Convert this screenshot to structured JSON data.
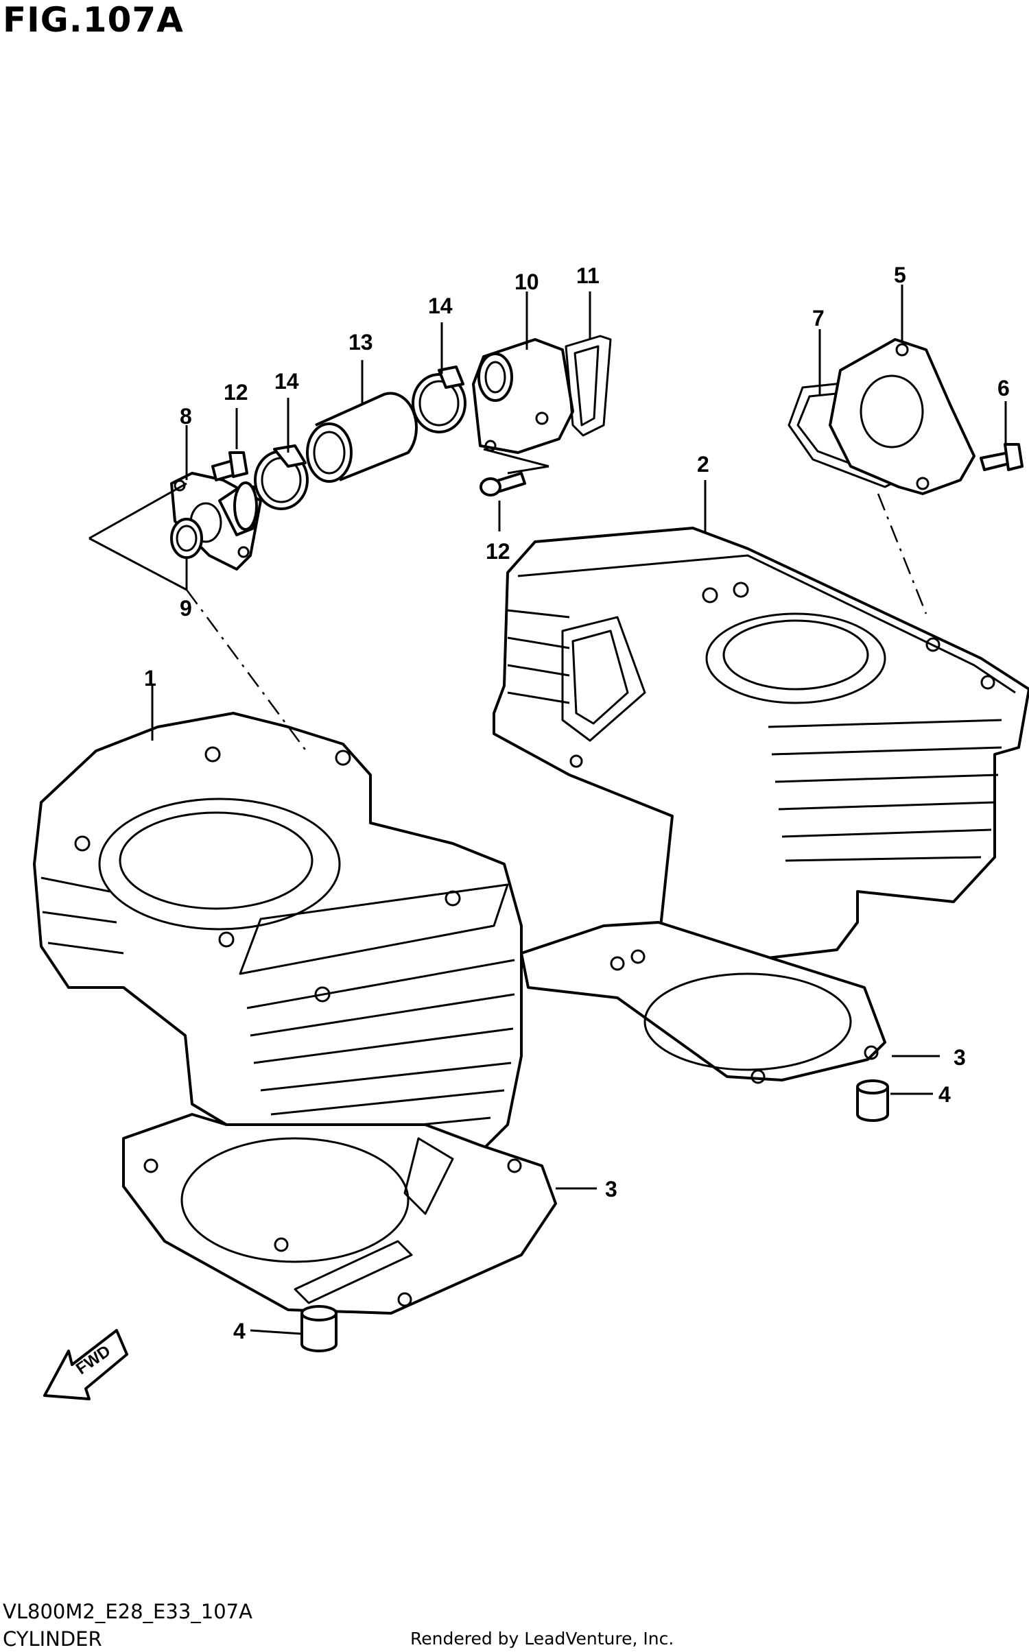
{
  "figure_title": "FIG.107A",
  "model_code": "VL800M2_E28_E33_107A",
  "section_name": "CYLINDER",
  "credit": "Rendered by LeadVenture, Inc.",
  "fwd_label": "FWD",
  "callouts": {
    "c1": "1",
    "c2": "2",
    "c3a": "3",
    "c3b": "3",
    "c4a": "4",
    "c4b": "4",
    "c5": "5",
    "c6": "6",
    "c7": "7",
    "c8": "8",
    "c9": "9",
    "c10": "10",
    "c11": "11",
    "c12a": "12",
    "c12b": "12",
    "c13": "13",
    "c14a": "14",
    "c14b": "14"
  }
}
